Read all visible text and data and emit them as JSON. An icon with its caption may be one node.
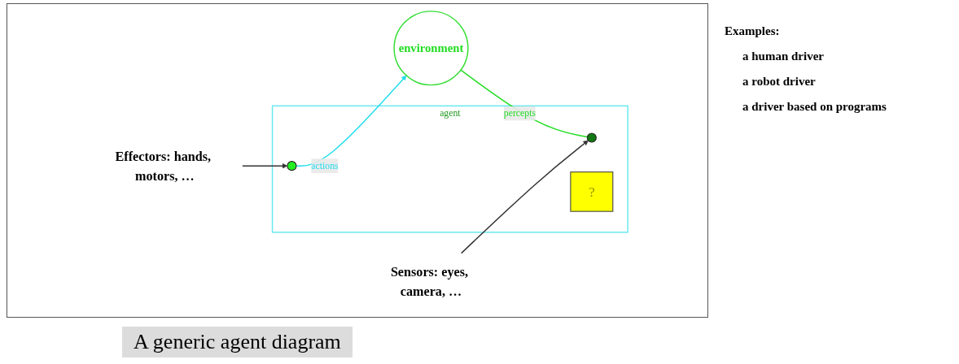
{
  "diagram": {
    "caption": "A generic agent diagram",
    "nodes": [
      {
        "text": [
          "environment"
        ]
      },
      {
        "text": [
          "agent"
        ]
      },
      {
        "text": [],
        "shape": "circle",
        "in": 1
      },
      {
        "text": [
          "?"
        ],
        "in": 1
      },
      {
        "text": [],
        "shape": "circle",
        "in": 1
      },
      {
        "text": [
          "Sensors: eyes, camera, …"
        ]
      },
      {
        "text": [
          "Effectors: hands, motors, …"
        ]
      }
    ],
    "edges": [
      {
        "from": 0,
        "to": 2,
        "arrow": "none",
        "label": "percepts",
        "color": "#22dd22"
      },
      {
        "from": 4,
        "to": 0,
        "arrow": "to",
        "label": "actions",
        "color": "#22ddee"
      },
      {
        "from": 5,
        "to": 2,
        "arrow": "to"
      },
      {
        "from": 6,
        "to": 4,
        "arrow": "to"
      }
    ],
    "labels": [
      "Examples:",
      "a human driver",
      "a robot driver",
      "a driver based on programs"
    ]
  }
}
